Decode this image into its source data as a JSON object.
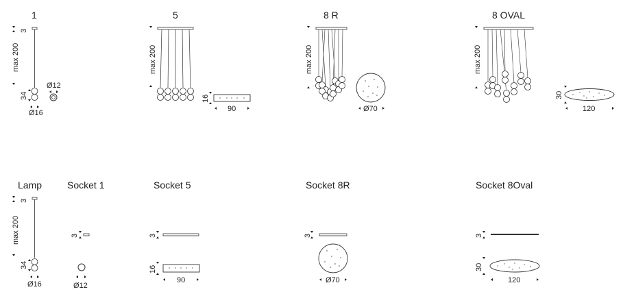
{
  "models": [
    {
      "title": "1",
      "drop_label": "max 200",
      "socket_dim": "3",
      "bulb_dim": "34",
      "bulb_diameter": "Ø16",
      "socket_diameter": "Ø12"
    },
    {
      "title": "5",
      "drop_label": "max 200",
      "socket_height": "16",
      "socket_width": "90"
    },
    {
      "title": "8 R",
      "drop_label": "max 200",
      "socket_diameter": "Ø70"
    },
    {
      "title": "8 OVAL",
      "drop_label": "max 200",
      "socket_height": "30",
      "socket_width": "120"
    }
  ],
  "parts": [
    {
      "title": "Lamp",
      "drop_label": "max 200",
      "top_dim": "3",
      "bulb_dim": "34",
      "bulb_diameter": "Ø16"
    },
    {
      "title": "Socket 1",
      "plate_dim": "3",
      "diameter": "Ø12"
    },
    {
      "title": "Socket 5",
      "plate_dim": "3",
      "height_dim": "16",
      "width_dim": "90"
    },
    {
      "title": "Socket 8R",
      "plate_dim": "3",
      "diameter": "Ø70"
    },
    {
      "title": "Socket 8Oval",
      "plate_dim": "3",
      "height_dim": "30",
      "width_dim": "120"
    }
  ]
}
